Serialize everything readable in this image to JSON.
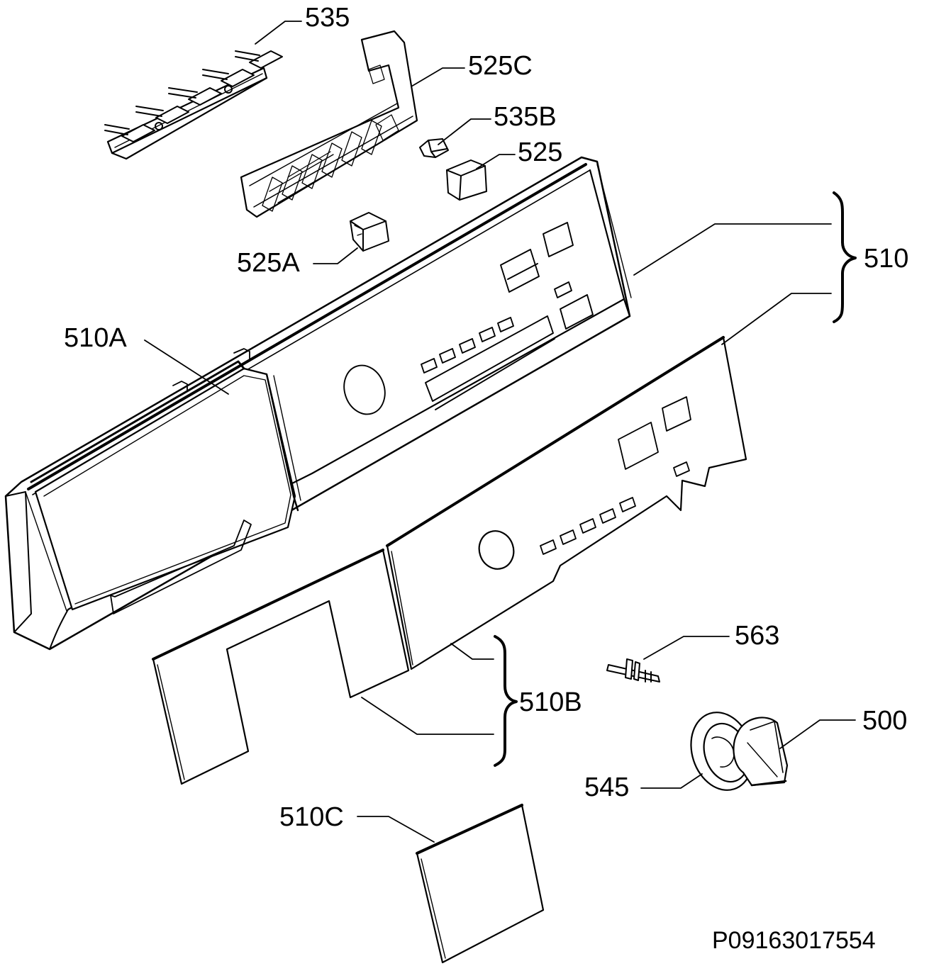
{
  "labels": {
    "p535": "535",
    "p525C": "525C",
    "p535B": "535B",
    "p525": "525",
    "p510": "510",
    "p525A": "525A",
    "p510A": "510A",
    "p563": "563",
    "p510B": "510B",
    "p500": "500",
    "p545": "545",
    "p510C": "510C"
  },
  "drawing_code": "P09163017554",
  "colors": {
    "line": "#000000",
    "background": "#ffffff",
    "part_fill": "#ffffff"
  }
}
